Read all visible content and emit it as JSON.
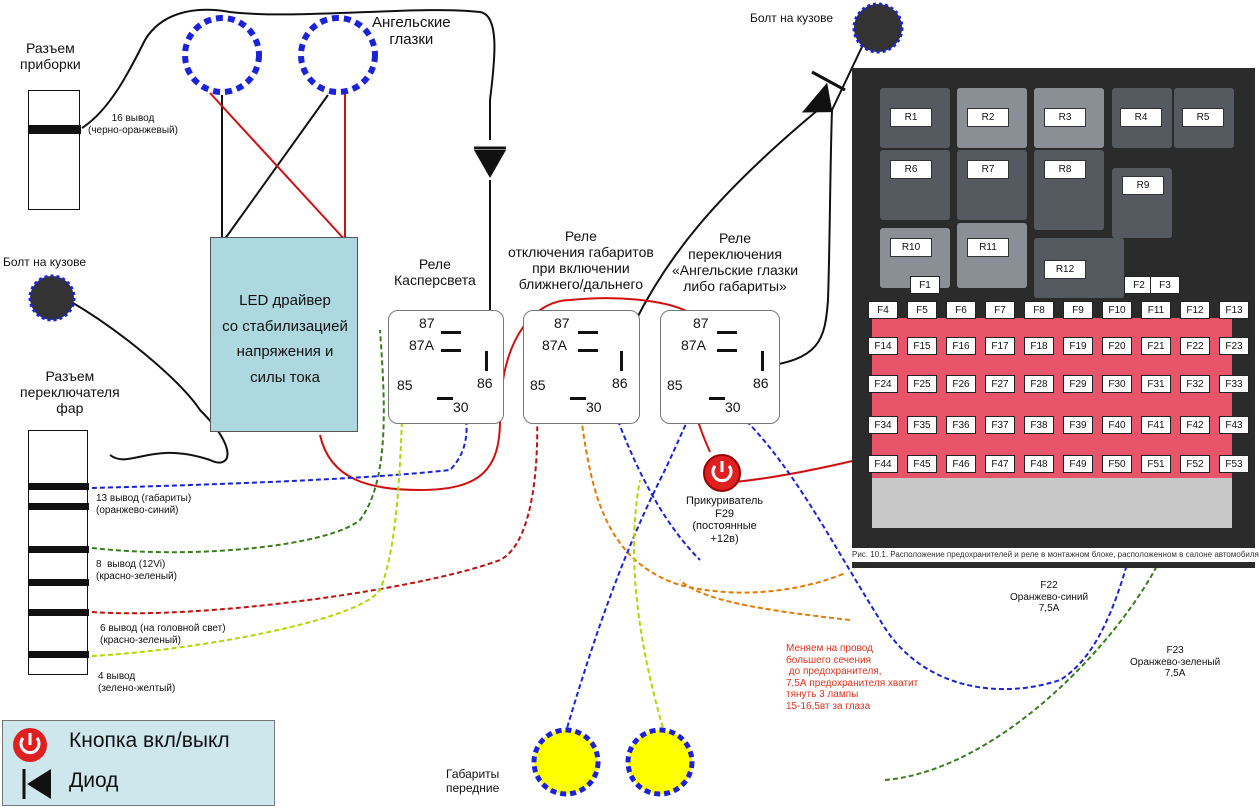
{
  "labels": {
    "dash_connector": "Разъем\nприборки",
    "pin16": "16 вывод\n(черно-оранжевый)",
    "angel_eyes": "Ангельские\nглазки",
    "body_bolt_left": "Болт на кузове",
    "body_bolt_top": "Болт на кузове",
    "driver": "LED драйвер\nсо стабилизацией\nнапряжения и\nсилы тока",
    "switch_connector": "Разъем\nпереключателя\nфар",
    "pin13": "13 вывод (габариты)\n(оранжево-синий)",
    "pin8": "8  вывод (12Vi)\n(красно-зеленый)",
    "pin6": "6 вывод (на головной свет)\n(красно-зеленый)",
    "pin4": "4 вывод\n(зелено-желтый)",
    "relay1": "Реле\nКасперсвета",
    "relay2": "Реле\nотключения габаритов\nпри включении\nближнего/дальнего",
    "relay3": "Реле\nпереключения\n«Ангельские глазки\nлибо габариты»",
    "lighter": "Прикуриватель\nF29\n(постоянные\n+12в)",
    "f22": "F22\nОранжево-синий\n7,5А",
    "f23": "F23\nОранжево-зеленый\n7,5А",
    "note": "Меняем на провод\nбольшего сечения\n до предохранителя,\n7,5А предохранителя хватит\nтянуть 3 лампы\n15-16,5вт за глаза",
    "front_lights": "Габариты\nпередние",
    "photo_caption": "Рис. 10.1. Расположение предохранителей и реле в монтажном блоке, расположенном в салоне автомобиля"
  },
  "relay_pins": {
    "p87": "87",
    "p87a": "87A",
    "p85": "85",
    "p86": "86",
    "p30": "30"
  },
  "relays_in_photo": [
    "R1",
    "R2",
    "R3",
    "R4",
    "R5",
    "R6",
    "R7",
    "R8",
    "R9",
    "R10",
    "R11",
    "R12"
  ],
  "fuse_rows": [
    [
      "F1"
    ],
    [
      "F2",
      "F3"
    ],
    [
      "F4",
      "F5",
      "F6",
      "F7",
      "F8",
      "F9",
      "F10",
      "F11",
      "F12",
      "F13"
    ],
    [
      "F14",
      "F15",
      "F16",
      "F17",
      "F18",
      "F19",
      "F20",
      "F21",
      "F22",
      "F23"
    ],
    [
      "F24",
      "F25",
      "F26",
      "F27",
      "F28",
      "F29",
      "F30",
      "F31",
      "F32",
      "F33"
    ],
    [
      "F34",
      "F35",
      "F36",
      "F37",
      "F38",
      "F39",
      "F40",
      "F41",
      "F42",
      "F43"
    ],
    [
      "F44",
      "F45",
      "F46",
      "F47",
      "F48",
      "F49",
      "F50",
      "F51",
      "F52",
      "F53"
    ]
  ],
  "legend": {
    "button": "Кнопка вкл/выкл",
    "diode": "Диод"
  },
  "colors": {
    "black": "#111111",
    "red": "#d01010",
    "blue_dash": "#1c22d8",
    "yellow_bulb": "#ffff00",
    "driver_fill": "#add8e0",
    "legend_fill": "#cde7ed",
    "fuse_red": "#e8546a",
    "button_red": "#e02020"
  }
}
